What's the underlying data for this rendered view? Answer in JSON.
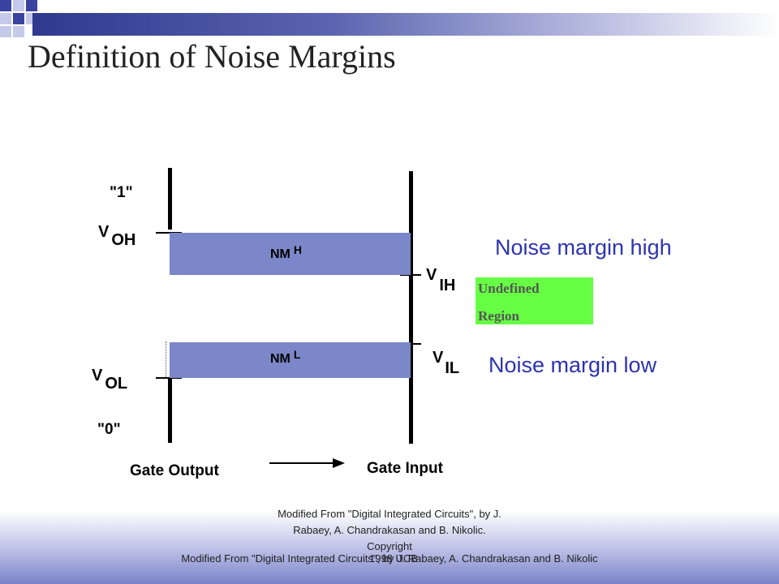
{
  "slide": {
    "title": "Definition of Noise Margins"
  },
  "diagram": {
    "logic_one": "\"1\"",
    "logic_zero": "\"0\"",
    "voh_v": "V",
    "voh_sub": "OH",
    "vol_v": "V",
    "vol_sub": "OL",
    "vih_v": "V",
    "vih_sub": "IH",
    "vil_v": "V",
    "vil_sub": "IL",
    "nmh_main": "NM",
    "nmh_sub": "H",
    "nml_main": "NM",
    "nml_sub": "L",
    "gate_output": "Gate Output",
    "gate_input": "Gate Input",
    "noise_margin_high": "Noise margin high",
    "noise_margin_low": "Noise margin low",
    "undefined_line1": "Undefined",
    "undefined_line2": "Region"
  },
  "footer": {
    "small_text": "Modified From \"Digital Integrated Circuits\", by J. Rabaey, A. Chandrakasan and B. Nikolic. Copyright",
    "line_text": "Modified From \"Digital Integrated Circuits\", by J. Rabaey, A. Chandrakasan and B. Nikolic",
    "line_overlap": "1998 UCB"
  },
  "colors": {
    "margin_bar": "#7b87c8",
    "undefined_region": "#66ff44",
    "label_blue": "#2c33b0",
    "header_blue": "#2f3a8f"
  }
}
